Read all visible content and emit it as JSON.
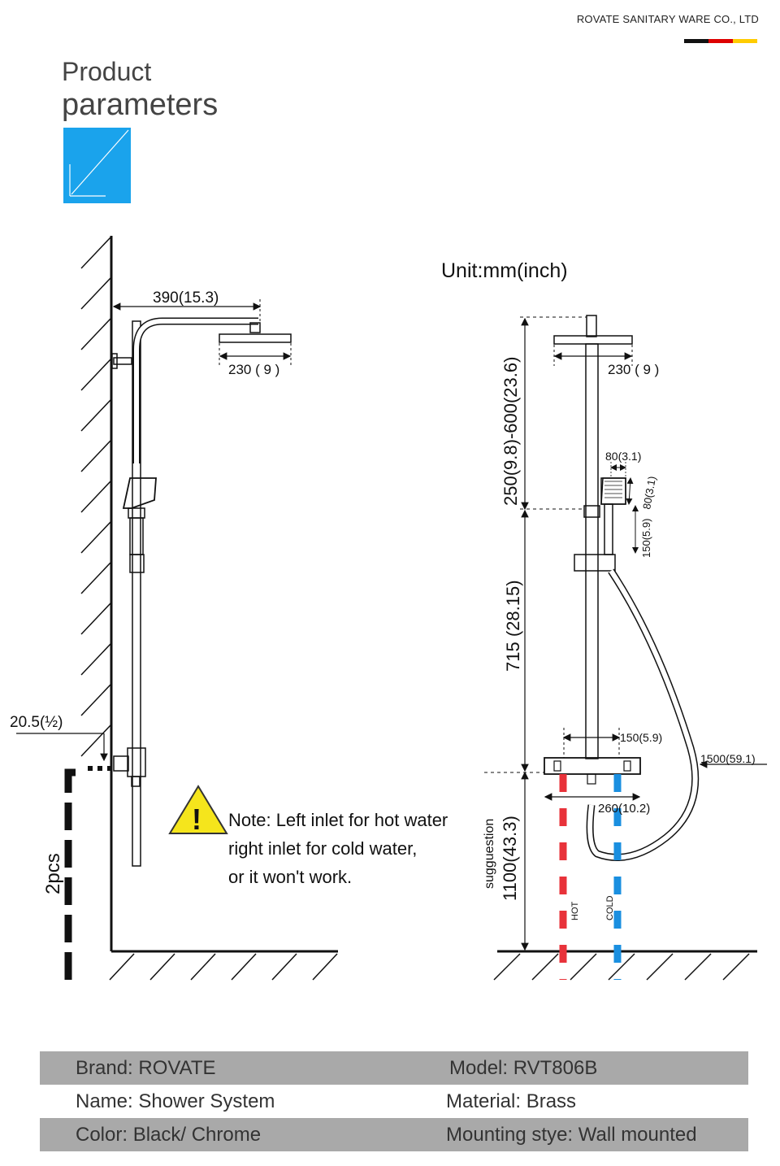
{
  "header": {
    "company": "ROVATE SANITARY WARE CO., LTD",
    "flag_colors": [
      "#111111",
      "#dd0000",
      "#ffcc00"
    ],
    "title_line1": "Product",
    "title_line2": "parameters",
    "accent_color": "#1aa3ec"
  },
  "diagram": {
    "unit": "Unit:mm(inch)",
    "left": {
      "arm_length": "390(15.3)",
      "head_width": "230 ( 9 )",
      "inlet_size": "20.5(½)",
      "quantity": "2pcs"
    },
    "note": {
      "line1": "Note: Left inlet for hot water",
      "line2": "right inlet for cold water,",
      "line3": "or it won't work."
    },
    "right": {
      "head_width": "230 ( 9 )",
      "handset_width": "80(3.1)",
      "handset_length": "80(3.1)",
      "handset_slide": "150(5.9)",
      "height_adjust": "250(9.8)-600(23.6)",
      "bar_height": "715 (28.15)",
      "valve_width": "150(5.9)",
      "hose_length": "1500(59.1)",
      "inlet_spacing": "260(10.2)",
      "install_height": "1100(43.3)",
      "install_label": "sugguestion",
      "hot_label": "HOT",
      "cold_label": "COLD",
      "hot_color": "#e8323a",
      "cold_color": "#1a8fe0"
    }
  },
  "params": {
    "brand": "Brand:  ROVATE",
    "model": "Model:   RVT806B",
    "name": "Name:  Shower System",
    "material": "Material: Brass",
    "color": "Color: Black/ Chrome",
    "mounting": "Mounting stye: Wall mounted"
  }
}
